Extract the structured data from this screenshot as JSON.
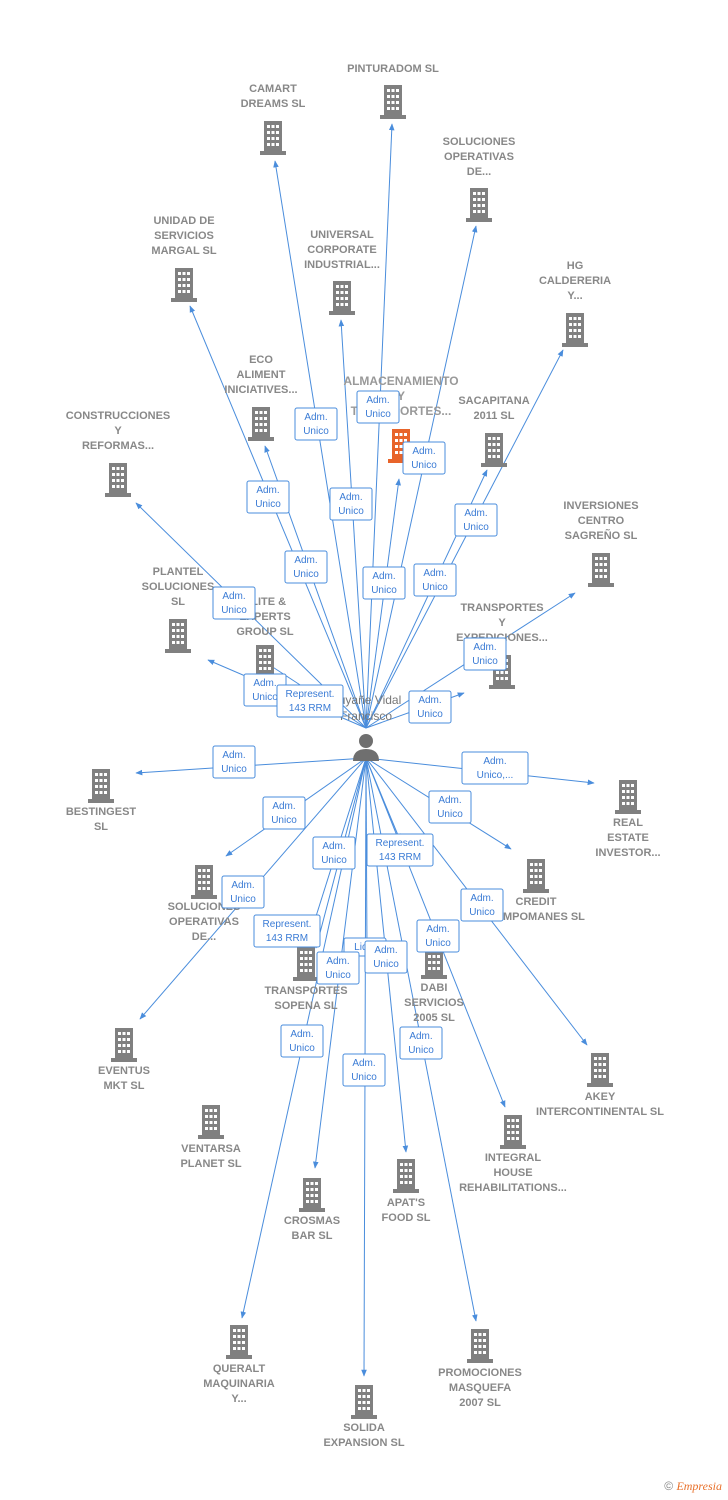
{
  "person": {
    "label_line1": "Puyañe Vidal",
    "label_line2": "Francisco"
  },
  "colors": {
    "edge": "#4a8ddc",
    "building": "#808080",
    "main_building": "#e8642a"
  },
  "nodes": [
    {
      "id": "pinturadom",
      "lines": [
        "PINTURADOM SL"
      ]
    },
    {
      "id": "camart",
      "lines": [
        "CAMART",
        "DREAMS SL"
      ]
    },
    {
      "id": "soluciones-op-1",
      "lines": [
        "SOLUCIONES",
        "OPERATIVAS",
        "DE..."
      ]
    },
    {
      "id": "unidad",
      "lines": [
        "UNIDAD DE",
        "SERVICIOS",
        "MARGAL SL"
      ]
    },
    {
      "id": "universal",
      "lines": [
        "UNIVERSAL",
        "CORPORATE",
        "INDUSTRIAL..."
      ]
    },
    {
      "id": "hg",
      "lines": [
        "HG",
        "CALDERERIA",
        "Y..."
      ]
    },
    {
      "id": "eco",
      "lines": [
        "ECO",
        "ALIMENT",
        "INICIATIVES..."
      ]
    },
    {
      "id": "almacenamiento",
      "lines": [
        "ALMACENAMIENTO",
        "Y",
        "TRANSPORTES..."
      ],
      "main": true
    },
    {
      "id": "sacapitana",
      "lines": [
        "SACAPITANA",
        "2011 SL"
      ]
    },
    {
      "id": "construcciones",
      "lines": [
        "CONSTRUCCIONES",
        "Y",
        "REFORMAS..."
      ]
    },
    {
      "id": "inversiones",
      "lines": [
        "INVERSIONES",
        "CENTRO",
        "SAGREÑO SL"
      ]
    },
    {
      "id": "plantel",
      "lines": [
        "PLANTEL",
        "SOLUCIONES",
        "SL"
      ]
    },
    {
      "id": "elite",
      "lines": [
        "ELITE &",
        "EXPERTS",
        "GROUP SL"
      ]
    },
    {
      "id": "transportes-exp",
      "lines": [
        "TRANSPORTES",
        "Y",
        "EXPEDICIONES..."
      ]
    },
    {
      "id": "bestingest",
      "lines": [
        "BESTINGEST",
        "SL"
      ]
    },
    {
      "id": "real-estate",
      "lines": [
        "REAL",
        "ESTATE",
        "INVESTOR..."
      ]
    },
    {
      "id": "credit",
      "lines": [
        "CREDIT",
        "CAMPOMANES SL"
      ]
    },
    {
      "id": "soluciones-op-2",
      "lines": [
        "SOLUCIONES",
        "OPERATIVAS",
        "DE..."
      ]
    },
    {
      "id": "transportes-sopena",
      "lines": [
        "TRANSPORTES",
        "SOPENA SL"
      ]
    },
    {
      "id": "dabi",
      "lines": [
        "DABI",
        "SERVICIOS",
        "2005 SL"
      ]
    },
    {
      "id": "eventus",
      "lines": [
        "EVENTUS",
        "MKT SL"
      ]
    },
    {
      "id": "akey",
      "lines": [
        "AKEY",
        "INTERCONTINENTAL SL"
      ]
    },
    {
      "id": "ventarsa",
      "lines": [
        "VENTARSA",
        "PLANET SL"
      ]
    },
    {
      "id": "integral",
      "lines": [
        "INTEGRAL",
        "HOUSE",
        "REHABILITATIONS..."
      ]
    },
    {
      "id": "crosmas",
      "lines": [
        "CROSMAS",
        "BAR SL"
      ]
    },
    {
      "id": "apats",
      "lines": [
        "APAT'S",
        "FOOD SL"
      ]
    },
    {
      "id": "queralt",
      "lines": [
        "QUERALT",
        "MAQUINARIA",
        "Y..."
      ]
    },
    {
      "id": "promociones",
      "lines": [
        "PROMOCIONES",
        "MASQUEFA",
        "2007 SL"
      ]
    },
    {
      "id": "solida",
      "lines": [
        "SOLIDA",
        "EXPANSION SL"
      ]
    }
  ],
  "edge_labels": [
    {
      "lines": [
        "Adm.",
        "Unico"
      ]
    },
    {
      "lines": [
        "Adm.",
        "Unico"
      ]
    },
    {
      "lines": [
        "Adm.",
        "Unico"
      ]
    },
    {
      "lines": [
        "Adm.",
        "Unico"
      ]
    },
    {
      "lines": [
        "Adm.",
        "Unico"
      ]
    },
    {
      "lines": [
        "Adm.",
        "Unico"
      ]
    },
    {
      "lines": [
        "Adm.",
        "Unico"
      ]
    },
    {
      "lines": [
        "Adm.",
        "Unico"
      ]
    },
    {
      "lines": [
        "Adm.",
        "Unico"
      ]
    },
    {
      "lines": [
        "Adm.",
        "Unico"
      ]
    },
    {
      "lines": [
        "Adm.",
        "Unico"
      ]
    },
    {
      "lines": [
        "Adm.",
        "Unico"
      ]
    },
    {
      "lines": [
        "Represent.",
        "143 RRM"
      ]
    },
    {
      "lines": [
        "Adm.",
        "Unico"
      ]
    },
    {
      "lines": [
        "Adm.",
        "Unico"
      ]
    },
    {
      "lines": [
        "Adm.",
        "Unico,..."
      ]
    },
    {
      "lines": [
        "Adm.",
        "Unico"
      ]
    },
    {
      "lines": [
        "Adm.",
        "Unico"
      ]
    },
    {
      "lines": [
        "Adm.",
        "Unico"
      ]
    },
    {
      "lines": [
        "Represent.",
        "143 RRM"
      ]
    },
    {
      "lines": [
        "Adm.",
        "Unico"
      ]
    },
    {
      "lines": [
        "Adm.",
        "Unico"
      ]
    },
    {
      "lines": [
        "Represent.",
        "143 RRM"
      ]
    },
    {
      "lines": [
        "Liq..."
      ]
    },
    {
      "lines": [
        "Adm.",
        "Unico"
      ]
    },
    {
      "lines": [
        "Adm.",
        "Unico"
      ]
    },
    {
      "lines": [
        "Adm.",
        "Unico"
      ]
    },
    {
      "lines": [
        "Adm.",
        "Unico"
      ]
    },
    {
      "lines": [
        "Adm.",
        "Unico"
      ]
    },
    {
      "lines": [
        "Adm.",
        "Unico"
      ]
    }
  ],
  "footer": {
    "copyright": "©",
    "brand": "Empresia"
  }
}
